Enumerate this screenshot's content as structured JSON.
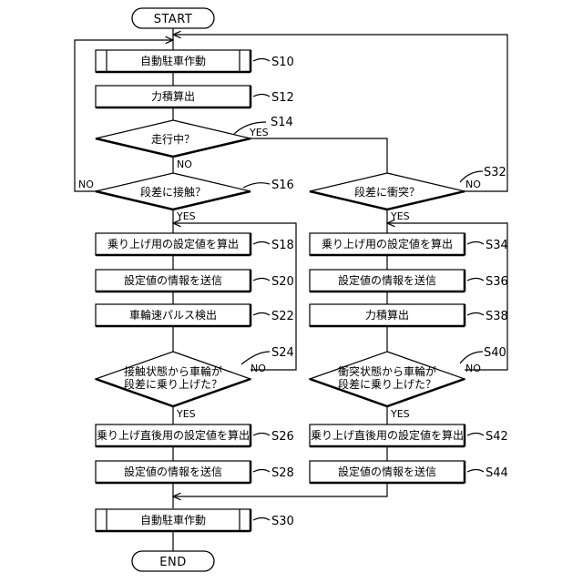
{
  "flowchart": {
    "start": "START",
    "end": "END",
    "yes": "YES",
    "no": "NO",
    "nodes": {
      "s10": {
        "label": "自動駐車作動",
        "step": "S10"
      },
      "s12": {
        "label": "力積算出",
        "step": "S12"
      },
      "s14": {
        "label": "走行中？",
        "step": "S14"
      },
      "s16": {
        "label": "段差に接触？",
        "step": "S16"
      },
      "s18": {
        "label": "乗り上げ用の設定値を算出",
        "step": "S18"
      },
      "s20": {
        "label": "設定値の情報を送信",
        "step": "S20"
      },
      "s22": {
        "label": "車輪速パルス検出",
        "step": "S22"
      },
      "s24": {
        "line1": "接触状態から車輪が",
        "line2": "段差に乗り上げた？",
        "step": "S24"
      },
      "s26": {
        "label": "乗り上げ直後用の設定値を算出",
        "step": "S26"
      },
      "s28": {
        "label": "設定値の情報を送信",
        "step": "S28"
      },
      "s30": {
        "label": "自動駐車作動",
        "step": "S30"
      },
      "s32": {
        "label": "段差に衝突？",
        "step": "S32"
      },
      "s34": {
        "label": "乗り上げ用の設定値を算出",
        "step": "S34"
      },
      "s36": {
        "label": "設定値の情報を送信",
        "step": "S36"
      },
      "s38": {
        "label": "力積算出",
        "step": "S38"
      },
      "s40": {
        "line1": "衝突状態から車輪が",
        "line2": "段差に乗り上げた？",
        "step": "S40"
      },
      "s42": {
        "label": "乗り上げ直後用の設定値を算出",
        "step": "S42"
      },
      "s44": {
        "label": "設定値の情報を送信",
        "step": "S44"
      }
    }
  }
}
